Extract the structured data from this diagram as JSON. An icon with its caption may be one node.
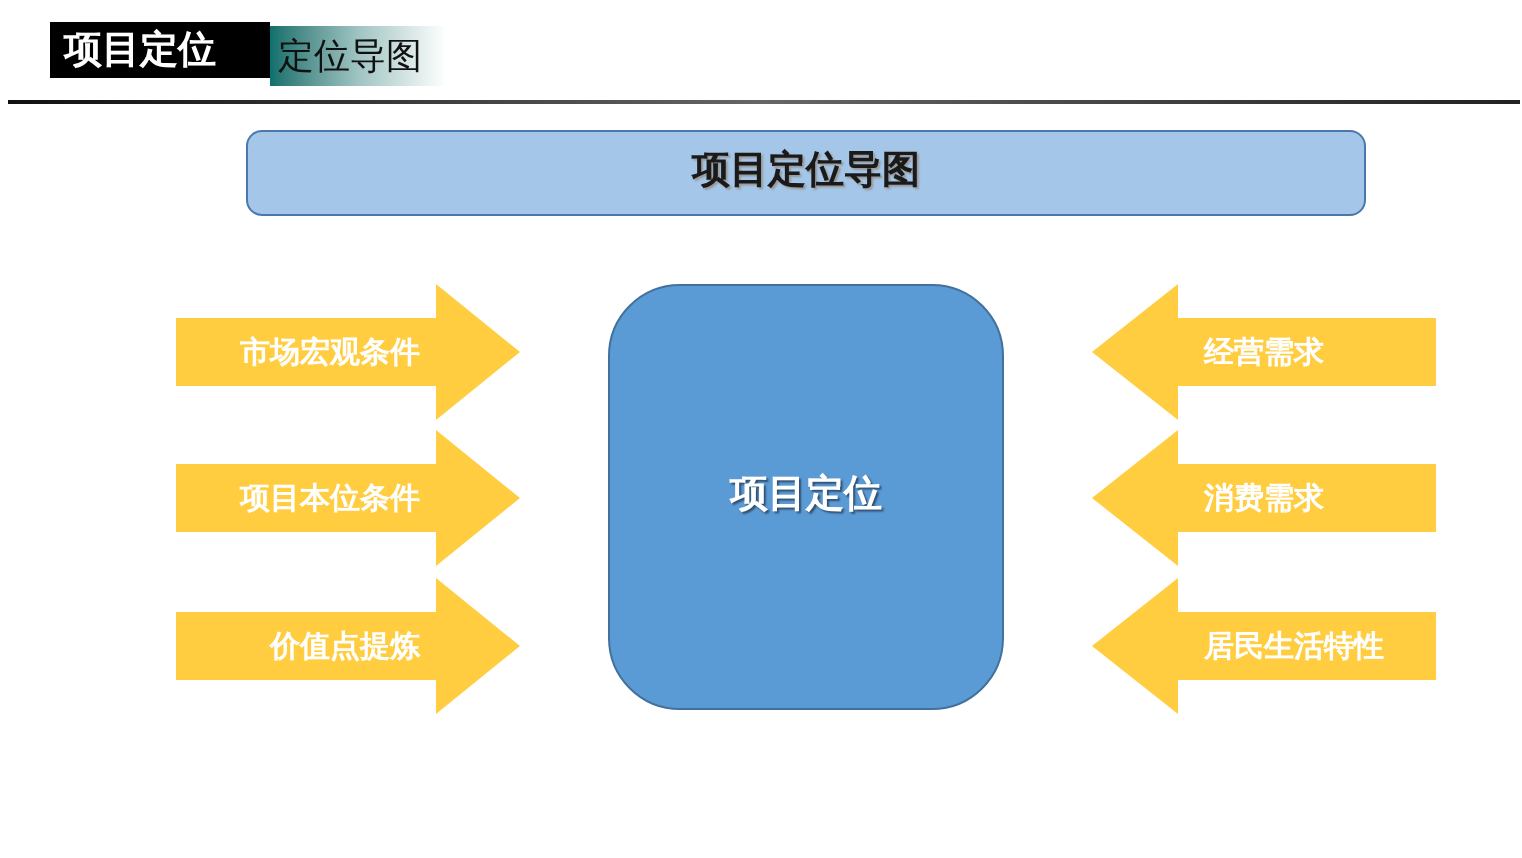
{
  "diagram": {
    "nodes": [
      {
        "text": [
          "项目定位"
        ]
      },
      {
        "text": [
          "定位导图"
        ]
      },
      {
        "text": [
          "项目定位导图"
        ]
      },
      {
        "text": [
          "市场宏观条件"
        ]
      },
      {
        "text": [
          "项目本位条件"
        ]
      },
      {
        "text": [
          "价值点提炼"
        ]
      },
      {
        "text": [
          "项目定位"
        ]
      },
      {
        "text": [
          "经营需求"
        ]
      },
      {
        "text": [
          "消费需求"
        ]
      },
      {
        "text": [
          "居民生活特性"
        ]
      }
    ]
  }
}
